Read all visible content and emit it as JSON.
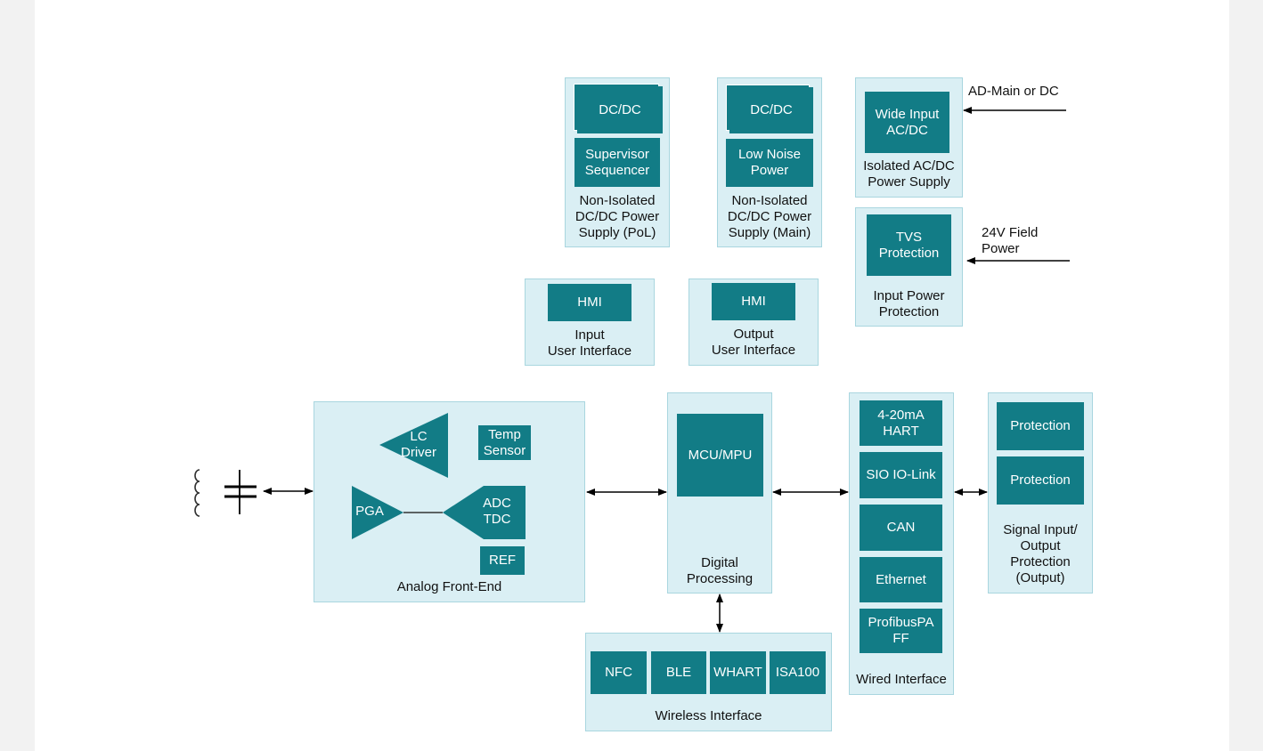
{
  "pol": {
    "dcdc": "DC/DC",
    "supervisor": "Supervisor\nSequencer",
    "caption": "Non-Isolated\nDC/DC Power\nSupply (PoL)"
  },
  "main_supply": {
    "dcdc": "DC/DC",
    "low_noise": "Low Noise\nPower",
    "caption": "Non-Isolated\nDC/DC Power\nSupply (Main)"
  },
  "isolated": {
    "block": "Wide Input\nAC/DC",
    "caption": "Isolated AC/DC\nPower Supply",
    "ext_label": "AD-Main or DC"
  },
  "input_protection": {
    "block": "TVS\nProtection",
    "caption": "Input Power\nProtection",
    "ext_label": "24V Field\nPower"
  },
  "input_ui": {
    "block": "HMI",
    "caption": "Input\nUser Interface"
  },
  "output_ui": {
    "block": "HMI",
    "caption": "Output\nUser Interface"
  },
  "afe": {
    "lc_driver": "LC\nDriver",
    "temp_sensor": "Temp\nSensor",
    "pga": "PGA",
    "adc": "ADC\nTDC",
    "ref": "REF",
    "caption": "Analog Front-End"
  },
  "digital": {
    "mcu": "MCU/MPU",
    "caption": "Digital\nProcessing"
  },
  "wired": {
    "items": [
      "4-20mA\nHART",
      "SIO IO-Link",
      "CAN",
      "Ethernet",
      "ProfibusPA\nFF"
    ],
    "caption": "Wired Interface"
  },
  "signal_protection": {
    "items": [
      "Protection",
      "Protection"
    ],
    "caption": "Signal Input/\nOutput\nProtection\n(Output)"
  },
  "wireless": {
    "items": [
      "NFC",
      "BLE",
      "WHART",
      "ISA100"
    ],
    "caption": "Wireless Interface"
  },
  "colors": {
    "block": "#127c86",
    "panel": "#daeff4",
    "panel_border": "#a9d6df"
  }
}
